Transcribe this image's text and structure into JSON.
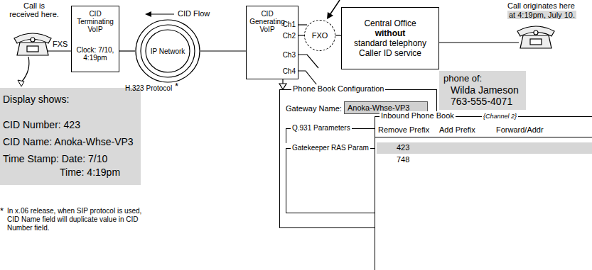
{
  "diagram": {
    "nodes": [
      {
        "text": [
          "CID Terminating VoIP",
          "Clock: 7/10, 4:19pm"
        ]
      },
      {
        "text": [
          "IP Network"
        ]
      },
      {
        "text": [
          "CID Generating VoIP",
          "Ch1",
          "Ch2",
          "Ch3",
          "Ch4"
        ]
      },
      {
        "text": [
          "FXO"
        ]
      },
      {
        "text": [
          "Central Office",
          "without",
          "standard telephony Caller ID service"
        ]
      },
      {
        "text": [
          "Display shows:",
          "CID Number: 423",
          "CID Name: Anoka-Whse-VP3",
          "Time Stamp: Date: 7/10",
          "Time: 4:19pm"
        ]
      },
      {
        "text": [
          "phone of:",
          "Wilda Jameson",
          "763-555-4071"
        ]
      },
      {
        "text": [
          "Phone Book Configuration",
          "Gateway Name:"
        ]
      },
      {
        "text": [
          "Anoka-Whse-VP3"
        ],
        "in": 7
      },
      {
        "text": [
          "Q.931 Parameters"
        ],
        "in": 7
      },
      {
        "text": [
          "Gatekeeper RAS Param"
        ],
        "in": 7
      },
      {
        "text": [
          "Inbound Phone Book",
          "{Channel 2}",
          "Remove Prefix",
          "Add Prefix",
          "Forward/Addr",
          "423",
          "748"
        ]
      }
    ],
    "edges": [
      {
        "from": 0,
        "to": 1,
        "arrow": "none"
      },
      {
        "from": 1,
        "to": 2,
        "arrow": "none"
      },
      {
        "from": 2,
        "to": 3,
        "arrow": "none"
      },
      {
        "from": 3,
        "to": 4,
        "arrow": "none"
      },
      {
        "from": 2,
        "to": 7,
        "arrow": "to"
      }
    ],
    "labels": [
      "CID Flow",
      "Call is received here.",
      "FXS",
      "H.323 Protocol",
      "*",
      "Call originates here",
      "at 4:19pm, July 10.",
      "*",
      "In x.06 release, when SIP protocol is used, CID Name field will duplicate value in CID Number field."
    ]
  }
}
